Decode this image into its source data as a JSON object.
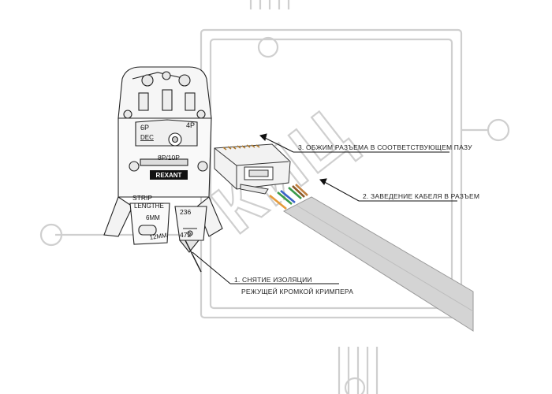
{
  "tool": {
    "brand": "REXANT",
    "label_6p": "6P",
    "label_dec": "DEC",
    "label_4p": "4P",
    "label_8p10p": "8P/10P",
    "label_strip": "STRIP",
    "label_length": "LENGTHE",
    "label_6mm": "6MM",
    "label_12mm": "12MM",
    "label_236": "236",
    "label_472": "472"
  },
  "callouts": {
    "step1_line1": "1. СНЯТИЕ ИЗОЛЯЦИИ",
    "step1_line2": "РЕЖУЩЕЙ КРОМКОЙ КРИМПЕРА",
    "step2": "2. ЗАВЕДЕНИЕ КАБЕЛЯ В РАЗЪЕМ",
    "step3": "3. ОБЖИМ РАЗЪЕМА В СООТВЕТСТВУЮЩЕМ ПАЗУ"
  },
  "watermark": {
    "text": "КИЦ",
    "color": "#c9c9c9"
  },
  "colors": {
    "wire_orange": "#e69a3a",
    "wire_green": "#3a9a4a",
    "wire_blue": "#3a62c8",
    "wire_brown": "#8a5a2a",
    "cable": "#d4d4d4"
  }
}
